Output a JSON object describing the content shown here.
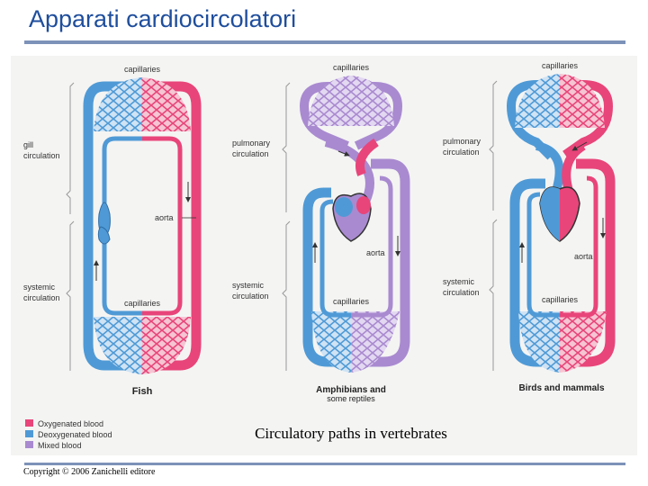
{
  "slide": {
    "title": "Apparati cardiocircolatori",
    "caption": "Circulatory paths in vertebrates",
    "copyright": "Copyright © 2006 Zanichelli editore"
  },
  "diagram": {
    "fish": {
      "title": "Fish",
      "top_label": "capillaries",
      "bottom_label": "capillaries",
      "aorta_label": "aorta",
      "upper_circuit_label": [
        "gill",
        "circulation"
      ],
      "lower_circuit_label": [
        "systemic",
        "circulation"
      ]
    },
    "amphibians": {
      "title_line1": "Amphibians and",
      "title_line2": "some reptiles",
      "top_label": "capillaries",
      "bottom_label": "capillaries",
      "aorta_label": "aorta",
      "upper_circuit_label": [
        "pulmonary",
        "circulation"
      ],
      "lower_circuit_label": [
        "systemic",
        "circulation"
      ]
    },
    "birds": {
      "title": "Birds and mammals",
      "top_label": "capillaries",
      "bottom_label": "capillaries",
      "aorta_label": "aorta",
      "upper_circuit_label": [
        "pulmonary",
        "circulation"
      ],
      "lower_circuit_label": [
        "systemic",
        "circulation"
      ]
    }
  },
  "legend": [
    {
      "label": "Oxygenated blood",
      "color": "#e8457a"
    },
    {
      "label": "Deoxygenated blood",
      "color": "#4f9ad6"
    },
    {
      "label": "Mixed blood",
      "color": "#a98ad0"
    }
  ],
  "colors": {
    "oxygenated": "#e8457a",
    "deoxygenated": "#4f9ad6",
    "mixed": "#a98ad0",
    "title": "#1f4e9c"
  }
}
